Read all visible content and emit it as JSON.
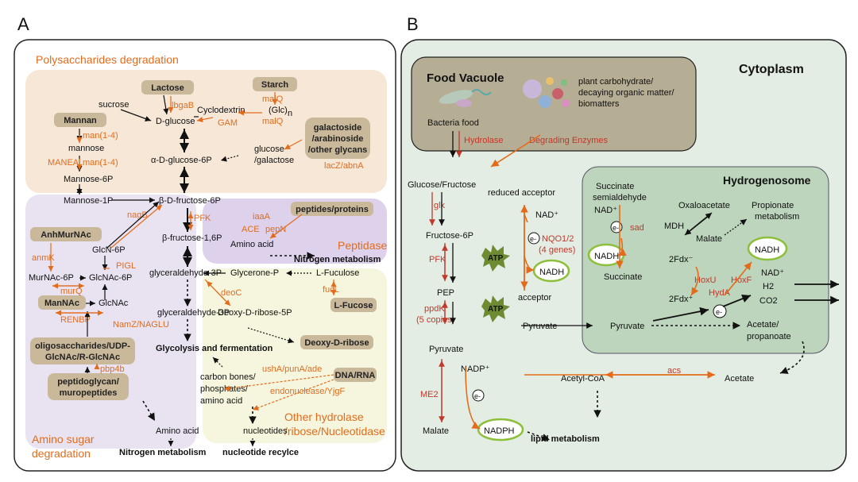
{
  "panel_a": {
    "letter": "A",
    "sections": {
      "polysaccharides": "Polysaccharides degradation",
      "peptidase": "Peptidase",
      "amino_sugar_1": "Amino sugar",
      "amino_sugar_2": "degradation",
      "other_hydrolase_1": "Other hydrolase",
      "other_hydrolase_2": "/ribose/Nucleotidase"
    },
    "substrates": {
      "lactose": "Lactose",
      "starch": "Starch",
      "mannan": "Mannan",
      "galactoside_1": "galactoside",
      "galactoside_2": "/arabinoside",
      "galactoside_3": "/other glycans",
      "peptides": "peptides/proteins",
      "anhmurnac": "AnhMurNAc",
      "mannac": "ManNAc",
      "oligo_1": "oligosaccharides/UDP-",
      "oligo_2": "GlcNAc/R-GlcNAc",
      "peptidoglycan_1": "peptidoglycan/",
      "peptidoglycan_2": "muropeptides",
      "lfucose": "L-Fucose",
      "deoxyribose": "Deoxy-D-ribose",
      "dnarna": "DNA/RNA"
    },
    "metabolites": {
      "sucrose": "sucrose",
      "d_glucose": "D-glucose",
      "cyclodextrin": "Cyclodextrin",
      "glc_n": "(Glc)",
      "glc_sub": "n",
      "mannose": "mannose",
      "mannose6p": "Mannose-6P",
      "glucose_galactose_1": "glucose",
      "glucose_galactose_2": "/galactose",
      "a_glucose6p": "α-D-glucose-6P",
      "mannose1p": "Mannose-1P",
      "b_fructose6p": "β-D-fructose-6P",
      "b_fructose16p": "β-fructose-1,6P",
      "glcn6p": "GlcN-6P",
      "murnac6p": "MurNAc-6P",
      "glcnac6p": "GlcNAc-6P",
      "glcnac": "GlcNAc",
      "amino_acid_pep": "Amino acid",
      "nitrogen_pep": "Nitrogen metabolism",
      "glyceraldehyde3p_1": "glyceraldehyde-3P",
      "glyceraldehyde3p_2": "glyceraldehyde-3P",
      "glycerone_p": "Glycerone-P",
      "l_fuculose": "L-Fuculose",
      "deoxy_ribose5p": "Deoxy-D-ribose-5P",
      "glycolysis": "Glycolysis and fermentation",
      "carbon_1": "carbon bones/",
      "carbon_2": "phosphates/",
      "carbon_3": "amino acid",
      "amino_acid_bottom": "Amino acid",
      "nitrogen_bottom": "Nitrogen metabolism",
      "nucleotides": "nucleotides",
      "nucleotide_recycle": "nucleotide recylce"
    },
    "enzymes": {
      "lbgab": "lbgaB",
      "malq1": "malQ",
      "malq2": "malQ",
      "gam": "GAM",
      "man14_1": "man(1-4)",
      "manea": "MANEA",
      "man14_2": "man(1-4)",
      "laczabna": "lacZ/abnA",
      "nagb": "nagB",
      "pfk": "PFK",
      "iaaa": "iaaA",
      "ace": "ACE",
      "pepn": "pepN",
      "anmk": "anmK",
      "pigl": "PIGL",
      "murq": "murQ",
      "renbp": "RENBP",
      "namz": "NamZ/NAGLU",
      "pbp4b": "pbp4b",
      "deoc": "deoC",
      "fucl": "fucL",
      "usha": "ushA/punA/ade",
      "endonuclease": "endonuclease/YjgF"
    }
  },
  "panel_b": {
    "letter": "B",
    "cytoplasm": "Cytoplasm",
    "food_vacuole": "Food Vacuole",
    "bacteria_food": "Bacteria food",
    "plant_1": "plant carbohydrate/",
    "plant_2": "decaying organic matter/",
    "plant_3": "biomatters",
    "hydrolase": "Hydrolase",
    "degrading": "Degrading Enzymes",
    "glucose_fructose": "Glucose/Fructose",
    "glk": "glk",
    "fructose6p": "Fructose-6P",
    "pfk": "PFK",
    "atp1": "ATP",
    "pep": "PEP",
    "ppdk_1": "ppdK",
    "ppdk_2": "(5 copies)",
    "atp2": "ATP",
    "reduced_acceptor": "reduced acceptor",
    "nad_plus": "NAD⁺",
    "e_minus": "e-",
    "nqo_1": "NQO1/2",
    "nqo_2": "(4 genes)",
    "nadh": "NADH",
    "acceptor": "acceptor",
    "pyruvate_left": "Pyruvate",
    "pyruvate_lower": "Pyruvate",
    "nadp_plus": "NADP⁺",
    "me2": "ME2",
    "malate_left": "Malate",
    "nadph": "NADPH",
    "lipid": "lipid metabolism",
    "acetyl_coa": "Acetyl-CoA",
    "acs": "acs",
    "acetate": "Acetate",
    "hydrogenosome": "Hydrogenosome",
    "succ_semi_1": "Succinate",
    "succ_semi_2": "semialdehyde",
    "nad_plus_h": "NAD⁺",
    "sad": "sad",
    "nadh_h1": "NADH",
    "succinate": "Succinate",
    "oxaloacetate": "Oxaloacetate",
    "mdh": "MDH",
    "malate_h": "Malate",
    "propionate_1": "Propionate",
    "propionate_2": "metabolism",
    "nadh_h2": "NADH",
    "nad_plus_h2": "NAD⁺",
    "h2": "H2",
    "co2": "CO2",
    "fdx_red": "2Fdx⁻",
    "fdx_ox": "2Fdx⁺",
    "hoxu": "HoxU",
    "hoxf": "HoxF",
    "hyda": "HydA",
    "pyruvate_h": "Pyruvate",
    "acetate_prop_1": "Acetate/",
    "acetate_prop_2": "propanoate"
  }
}
